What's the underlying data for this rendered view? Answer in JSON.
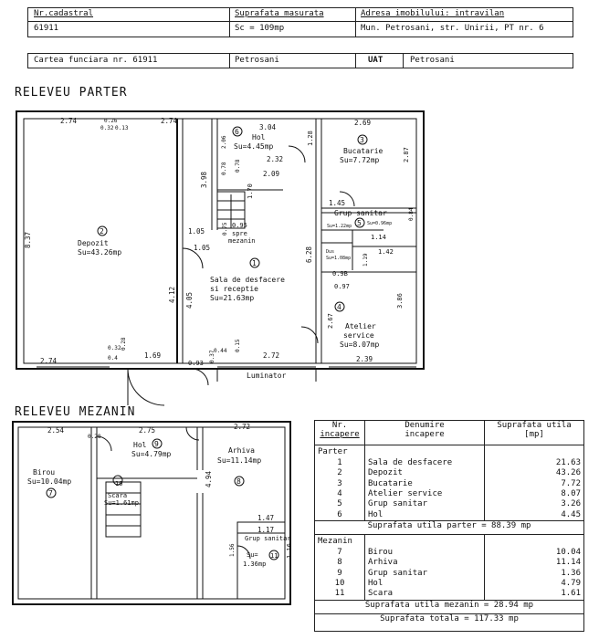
{
  "header": {
    "nr_cadastral_label": "Nr.cadastral",
    "nr_cadastral_value": "61911",
    "suprafata_label": "Suprafata masurata",
    "suprafata_value": "Sc = 109mp",
    "adresa_label": "Adresa imobilului: intravilan",
    "adresa_value": "Mun. Petrosani, str. Unirii, PT nr. 6",
    "carte_funciara": "Cartea funciara nr. 61911",
    "localitate": "Petrosani",
    "uat_label": "UAT",
    "uat_value": "Petrosani"
  },
  "parter": {
    "title": "RELEVEU PARTER",
    "luminator": "Luminator",
    "rooms": [
      {
        "nr": "2",
        "name": "Depozit",
        "area": "Su=43.26mp"
      },
      {
        "nr": "1",
        "name": "Sala de desfacere",
        "name2": "si receptie",
        "area": "Su=21.63mp"
      },
      {
        "nr": "6",
        "name": "Hol",
        "area": "Su=4.45mp"
      },
      {
        "nr": "3",
        "name": "Bucatarie",
        "area": "Su=7.72mp"
      },
      {
        "nr": "5",
        "name": "Grup sanitar",
        "area": "Su=1.22mp",
        "area2": "Su=0.96mp",
        "area3": "Su=1.08mp",
        "small_label": "Dus"
      },
      {
        "nr": "4",
        "name": "Atelier",
        "name2": "service",
        "area": "Su=8.07mp"
      }
    ],
    "stair_label": "spre",
    "stair_label2": "mezanin",
    "dims": [
      "2.74",
      "0.26",
      "0.32",
      "0.13",
      "2.74",
      "8.37",
      "3.98",
      "1.05",
      "1.05",
      "4.12",
      "4.05",
      "2.74",
      "0.32",
      "0.4",
      "0.28",
      "1.69",
      "3.04",
      "2.06",
      "0.78",
      "0.78",
      "2.32",
      "1.28",
      "2.09",
      "1.70",
      "0.75",
      "0.95",
      "6.28",
      "2.69",
      "2.87",
      "1.45",
      "0.84",
      "1.14",
      "1.42",
      "0.9B",
      "1.19",
      "0.97",
      "3.86",
      "2.67",
      "0.44",
      "0.15",
      "2.72",
      "0.93",
      "0.37",
      "2.39"
    ]
  },
  "mezanin": {
    "title": "RELEVEU MEZANIN",
    "rooms": [
      {
        "nr": "7",
        "name": "Birou",
        "area": "Su=10.04mp"
      },
      {
        "nr": "9",
        "name": "Hol",
        "area": "Su=4.79mp"
      },
      {
        "nr": "8",
        "name": "Arhiva",
        "area": "Su=11.14mp"
      },
      {
        "nr": "10",
        "name": "Scara",
        "area": "Su=1.61mp"
      },
      {
        "nr": "11",
        "name": "Grup sanitar",
        "area": "1.36mp",
        "area_prefix": "Su="
      }
    ],
    "dims": [
      "2.54",
      "0.28",
      "2.75",
      "2.72",
      "4.94",
      "1.47",
      "1.17",
      "1.16",
      "1.56"
    ]
  },
  "legend": {
    "col_nr": "Nr.",
    "col_nr2": "incapere",
    "col_name": "Denumire",
    "col_name2": "incapere",
    "col_area": "Suprafata utila",
    "col_area2": "[mp]",
    "parter_label": "Parter",
    "parter_rows": [
      {
        "nr": "1",
        "name": "Sala de desfacere",
        "area": "21.63"
      },
      {
        "nr": "2",
        "name": "Depozit",
        "area": "43.26"
      },
      {
        "nr": "3",
        "name": "Bucatarie",
        "area": "7.72"
      },
      {
        "nr": "4",
        "name": "Atelier service",
        "area": "8.07"
      },
      {
        "nr": "5",
        "name": "Grup sanitar",
        "area": "3.26"
      },
      {
        "nr": "6",
        "name": "Hol",
        "area": "4.45"
      }
    ],
    "parter_total": "Suprafata utila parter = 88.39 mp",
    "mezanin_label": "Mezanin",
    "mezanin_rows": [
      {
        "nr": "7",
        "name": "Birou",
        "area": "10.04"
      },
      {
        "nr": "8",
        "name": "Arhiva",
        "area": "11.14"
      },
      {
        "nr": "9",
        "name": "Grup sanitar",
        "area": "1.36"
      },
      {
        "nr": "10",
        "name": "Hol",
        "area": "4.79"
      },
      {
        "nr": "11",
        "name": "Scara",
        "area": "1.61"
      }
    ],
    "mezanin_total": "Suprafata utila mezanin = 28.94 mp",
    "grand_total": "Suprafata totala  = 117.33 mp"
  }
}
